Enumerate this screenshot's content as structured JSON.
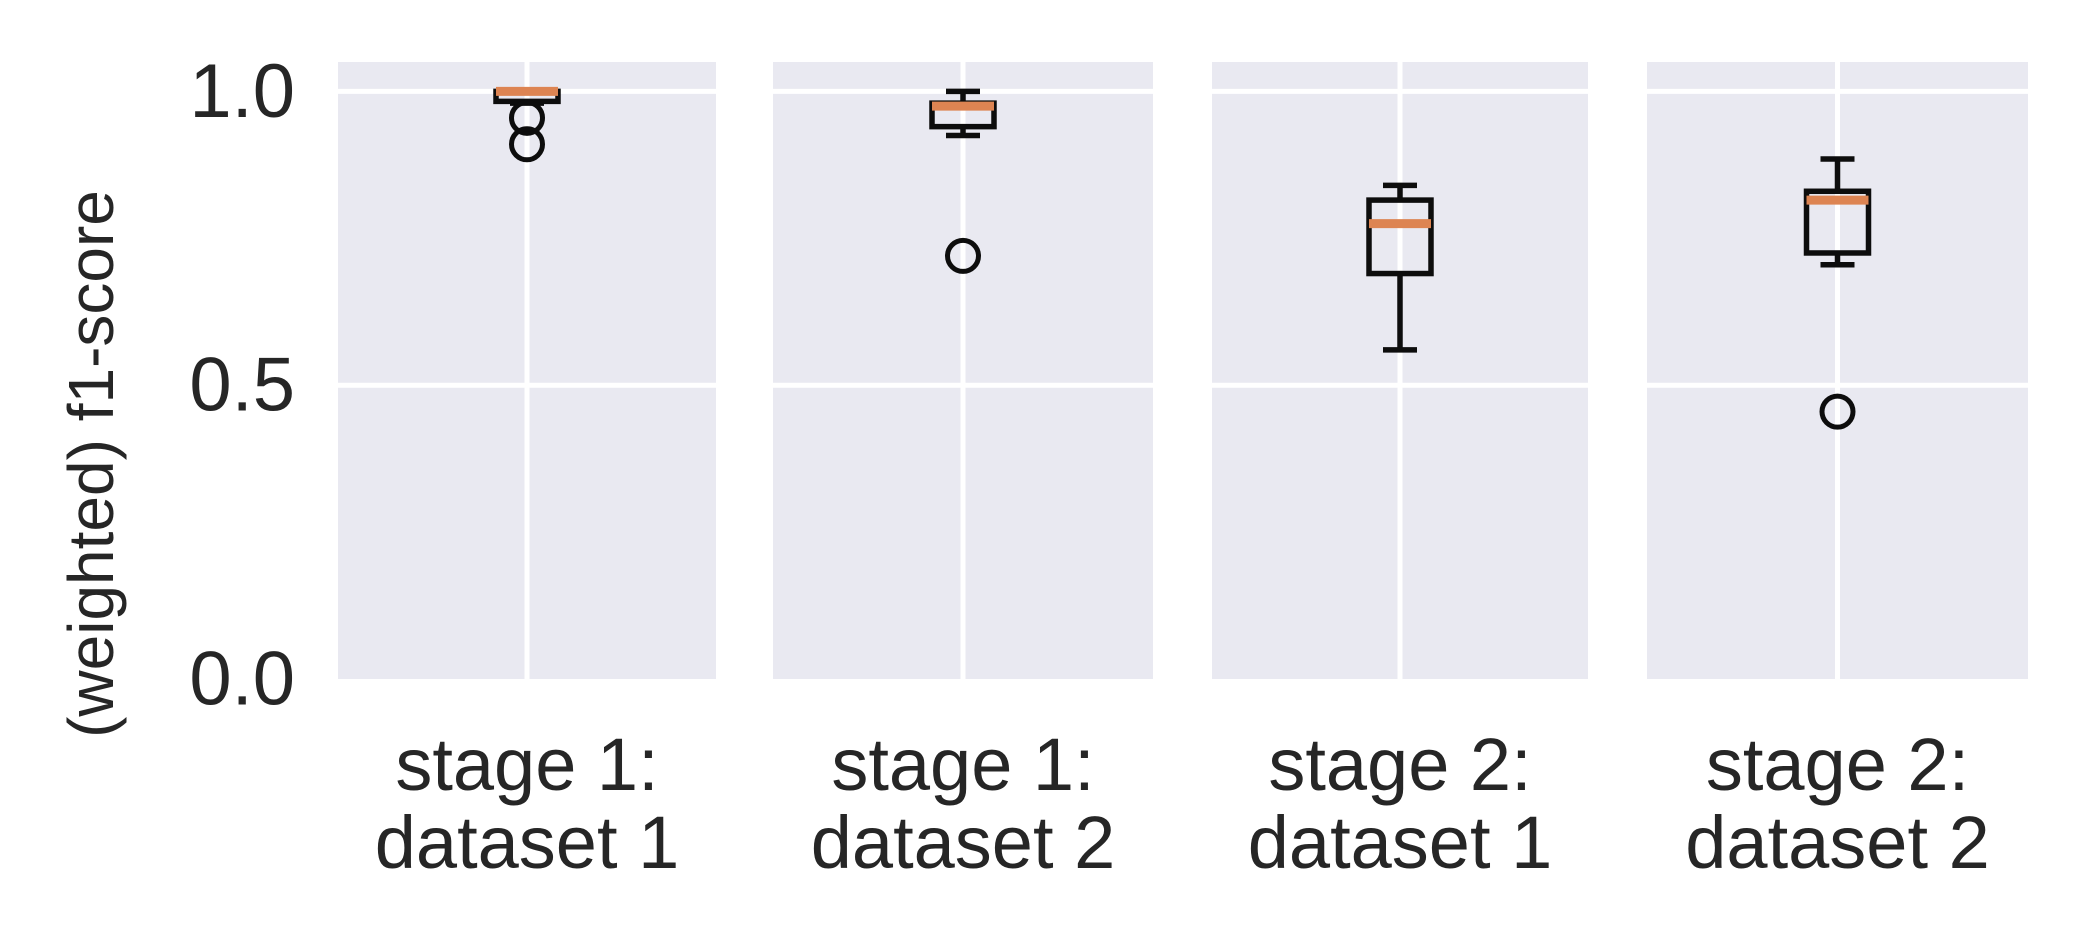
{
  "chart_data": {
    "type": "box",
    "ylabel": "(weighted) f1-score",
    "xlabel": "",
    "ylim": [
      0.0,
      1.05
    ],
    "grid": true,
    "legend": null,
    "yticks": [
      {
        "label": "0.0",
        "value": 0.0
      },
      {
        "label": "0.5",
        "value": 0.5
      },
      {
        "label": "1.0",
        "value": 1.0
      }
    ],
    "categories": [
      "stage 1:\ndataset 1",
      "stage 1:\ndataset 2",
      "stage 2:\ndataset 1",
      "stage 2:\ndataset 2"
    ],
    "boxes": [
      {
        "category": "stage 1:\ndataset 1",
        "label_lines": [
          "stage 1:",
          "dataset 1"
        ],
        "whisker_low": 0.98,
        "q1": 0.983,
        "median": 1.0,
        "q3": 1.0,
        "whisker_high": 1.0,
        "outliers": [
          0.955,
          0.91
        ]
      },
      {
        "category": "stage 1:\ndataset 2",
        "label_lines": [
          "stage 1:",
          "dataset 2"
        ],
        "whisker_low": 0.925,
        "q1": 0.94,
        "median": 0.975,
        "q3": 0.98,
        "whisker_high": 1.0,
        "outliers": [
          0.72
        ]
      },
      {
        "category": "stage 2:\ndataset 1",
        "label_lines": [
          "stage 2:",
          "dataset 1"
        ],
        "whisker_low": 0.56,
        "q1": 0.69,
        "median": 0.775,
        "q3": 0.815,
        "whisker_high": 0.84,
        "outliers": []
      },
      {
        "category": "stage 2:\ndataset 2",
        "label_lines": [
          "stage 2:",
          "dataset 2"
        ],
        "whisker_low": 0.705,
        "q1": 0.725,
        "median": 0.815,
        "q3": 0.83,
        "whisker_high": 0.885,
        "outliers": [
          0.455
        ]
      }
    ],
    "colors": {
      "figure_bg": "#ffffff",
      "panel_bg": "#e9e9f1",
      "gridline": "#ffffff",
      "box_stroke": "#0d0d0d",
      "median": "#dd8452",
      "text": "#262626"
    }
  }
}
